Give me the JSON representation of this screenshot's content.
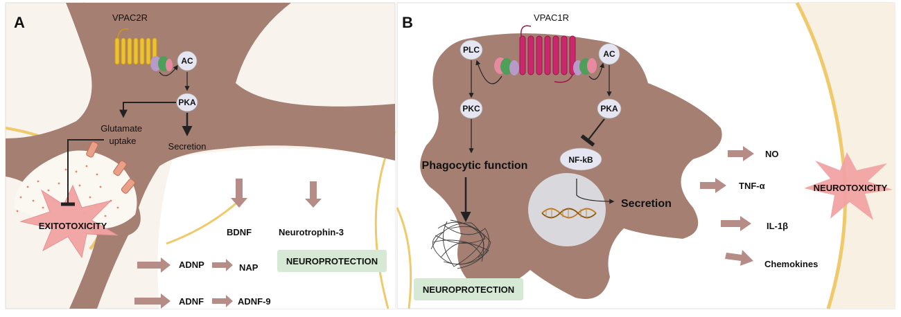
{
  "panels": {
    "a": {
      "letter": "A",
      "receptor": "VPAC2R",
      "ac": "AC",
      "pka": "PKA",
      "glutamate": [
        "Glutamate",
        "uptake"
      ],
      "secretion": "Secretion",
      "exitotoxicity": "EXITOTOXICITY",
      "bdnf": "BDNF",
      "neurotrophin": "Neurotrophin-3",
      "adnp": "ADNP",
      "nap": "NAP",
      "adnf": "ADNF",
      "adnf9": "ADNF-9",
      "neuroprotection": "NEUROPROTECTION"
    },
    "b": {
      "letter": "B",
      "receptor": "VPAC1R",
      "plc": "PLC",
      "pkc": "PKC",
      "ac": "AC",
      "pka": "PKA",
      "nfkb": "NF-kB",
      "phagocytic": "Phagocytic function",
      "secretion": "Secretion",
      "no": "NO",
      "tnf": "TNF-α",
      "il1b": "IL-1β",
      "chemokines": "Chemokines",
      "neurotoxicity": "NEUROTOXICITY",
      "neuroprotection": "NEUROPROTECTION"
    }
  },
  "colors": {
    "cell": "#a57f72",
    "membrane_yellow": "#efc96a",
    "tissue_bg": "#f8f1e3",
    "node_fill": "#e5e6f1",
    "vpac2r": "#ecc232",
    "vpac1r": "#c9286d",
    "arrow_muted": "#b58d86",
    "np_box": "#d6e9d5",
    "toxic_star": "#f1a3a3",
    "nucleus": "#d9d8dc"
  }
}
